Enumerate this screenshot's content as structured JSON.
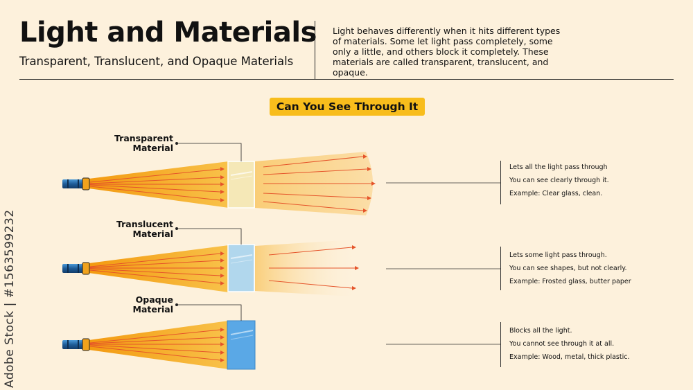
{
  "header": {
    "title": "Light and Materials",
    "subtitle": "Transparent, Translucent, and Opaque Materials",
    "intro": "Light behaves differently when it hits different types of materials. Some let light pass completely, some only a little, and others block it completely. These materials are called transparent, translucent, and opaque."
  },
  "badge": "Can You See Through It",
  "materials": [
    {
      "label_line1": "Transparent",
      "label_line2": "Material",
      "descriptions": [
        "Lets all the light pass through",
        "You can see clearly through it.",
        "Example: Clear glass, clean."
      ]
    },
    {
      "label_line1": "Translucent",
      "label_line2": "Material",
      "descriptions": [
        "Lets some light pass through.",
        "You can see shapes, but not clearly.",
        "Example: Frosted glass, butter paper"
      ]
    },
    {
      "label_line1": "Opaque",
      "label_line2": "Material",
      "descriptions": [
        "Blocks all the light.",
        "You cannot see through it at all.",
        "Example: Wood, metal, thick plastic."
      ]
    }
  ],
  "watermark": "Adobe Stock | #1563599232",
  "colors": {
    "background": "#fdf1dc",
    "badge": "#f8bd1c",
    "beam": "#f5a623",
    "ray": "#e5542a",
    "flashlight": "#2a6fb0",
    "transparent_pane": "#f3e6b0",
    "translucent_pane": "#a9d4ee",
    "opaque_pane": "#5aa8e6"
  }
}
